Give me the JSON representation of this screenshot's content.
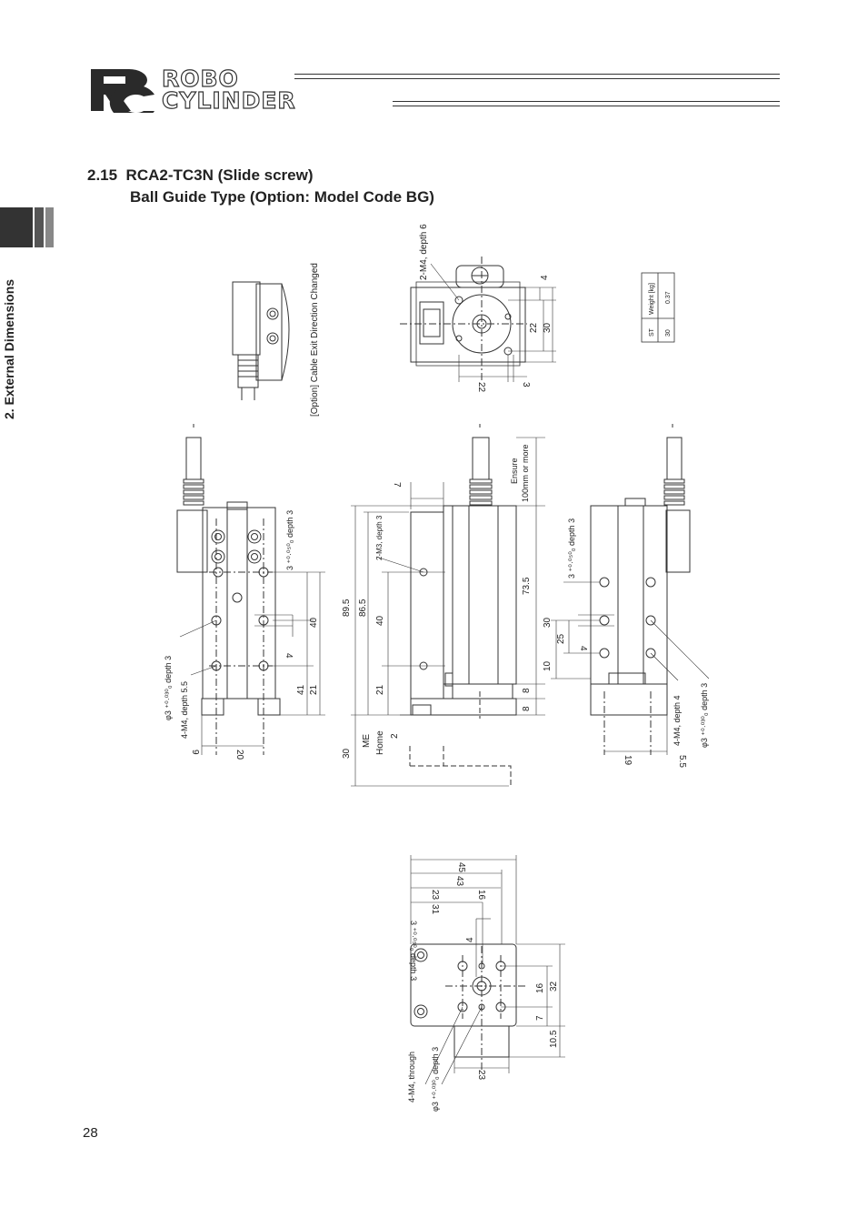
{
  "header": {
    "logo_robo": "ROBO",
    "logo_cylinder": "CYLINDER"
  },
  "section": {
    "number": "2.15",
    "title_line1": "RCA2-TC3N (Slide screw)",
    "title_line2": "Ball Guide Type (Option: Model Code BG)"
  },
  "side_tab": {
    "label": "2. External Dimensions"
  },
  "drawing_labels": {
    "cable_option": "[Option] Cable Exit Direction Changed",
    "m4_depth6": "2-M4, depth 6",
    "m3_depth3": "2-M3, depth 3",
    "m4_depth55": "4-M4, depth 5.5",
    "m4_depth4": "4-M4, depth 4",
    "m4_through": "4-M4, through",
    "phi3_030_depth3": "φ3 +0.030/0 depth 3",
    "phi3_050_depth3": "3 +0.050/0 depth 3",
    "ensure": "Ensure",
    "ensure2": "100mm or more",
    "me": "ME",
    "home": "Home",
    "d4": "4",
    "d22": "22",
    "d30": "30",
    "d3": "3",
    "d7": "7",
    "d895": "89.5",
    "d865": "86.5",
    "d40": "40",
    "d21": "21",
    "d735": "73.5",
    "d8": "8",
    "d2": "2",
    "d41": "41",
    "d9": "9",
    "d20": "20",
    "d25": "25",
    "d10": "10",
    "d19": "19",
    "d55": "5.5",
    "d45": "45",
    "d43": "43",
    "d23": "23",
    "d16": "16",
    "d31": "31",
    "d32": "32",
    "d105": "10.5"
  },
  "weight_table": {
    "headers": [
      "ST",
      "Weight [kg]"
    ],
    "rows": [
      [
        "30",
        "0.37"
      ]
    ]
  },
  "footer": {
    "page_number": "28"
  }
}
